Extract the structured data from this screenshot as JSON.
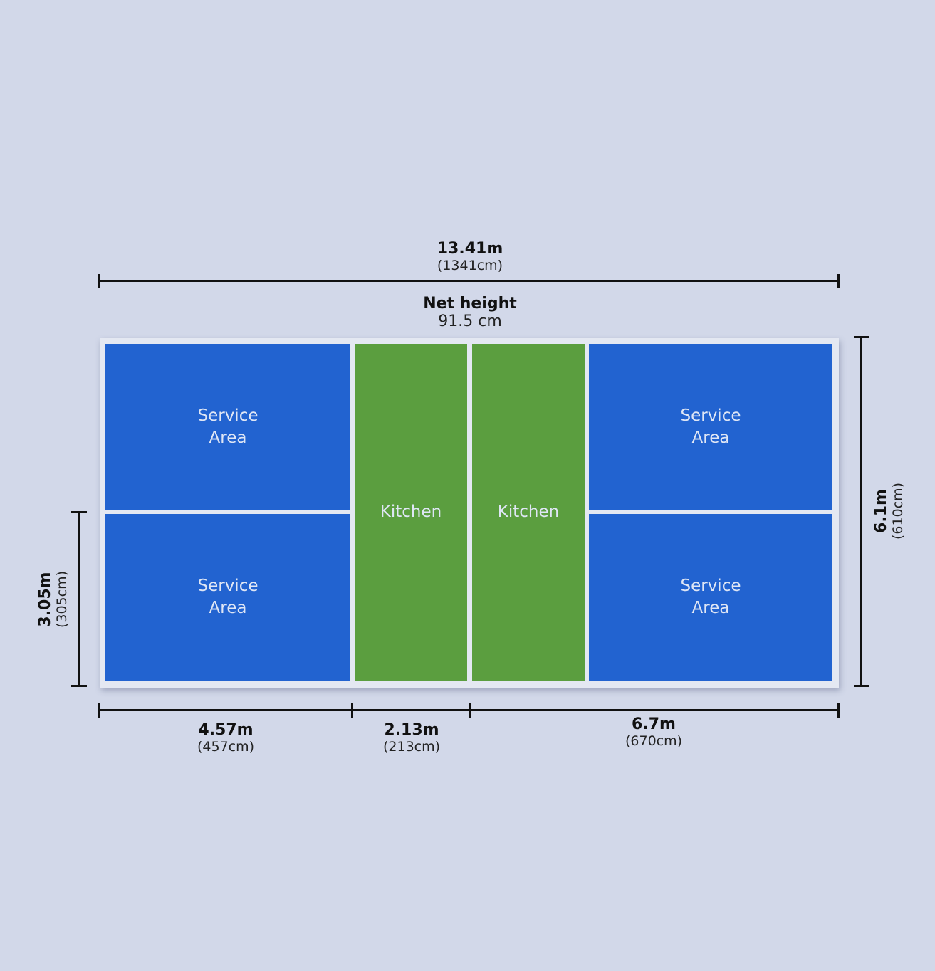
{
  "diagram": {
    "total_length": {
      "main": "13.41m",
      "sub": "(1341cm)"
    },
    "net": {
      "title": "Net height",
      "value": "91.5 cm"
    },
    "width": {
      "main": "6.1m",
      "sub": "(610cm)"
    },
    "half_width": {
      "main": "3.05m",
      "sub": "(305cm)"
    },
    "service_length": {
      "main": "4.57m",
      "sub": "(457cm)"
    },
    "kitchen_length": {
      "main": "2.13m",
      "sub": "(213cm)"
    },
    "half_length": {
      "main": "6.7m",
      "sub": "(670cm)"
    },
    "zones": {
      "service_top_left": "Service\nArea",
      "service_bottom_left": "Service\nArea",
      "kitchen_left": "Kitchen",
      "kitchen_right": "Kitchen",
      "service_top_right": "Service\nArea",
      "service_bottom_right": "Service\nArea"
    },
    "colors": {
      "background": "#d2d8e9",
      "service_area": "#2263d0",
      "kitchen": "#5b9e3f",
      "lines": "#e4e8f2",
      "dimension": "#111111"
    }
  }
}
